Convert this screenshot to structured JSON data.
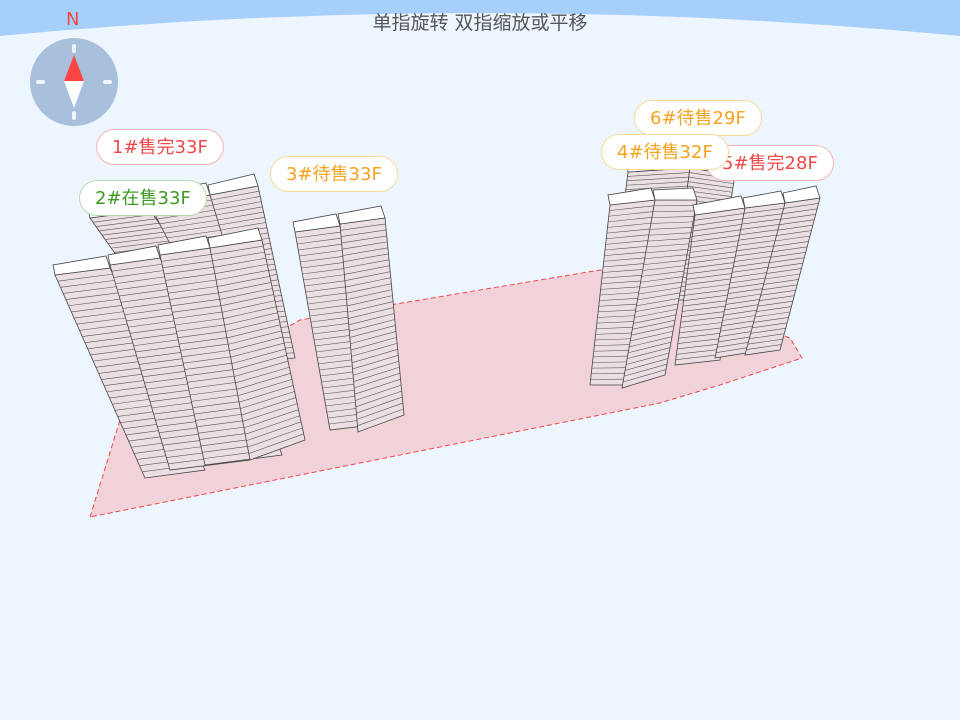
{
  "hint": "单指旋转 双指缩放或平移",
  "compass": {
    "north_label": "N",
    "icon": "compass-icon"
  },
  "colors": {
    "sold": "#f04848",
    "on_sale": "#3c9a24",
    "pending": "#f5a21e",
    "site": "#f0d2d8",
    "sky": "#a6d0fb",
    "background": "#edf5fe"
  },
  "buildings": [
    {
      "id": "1",
      "label": "1#售完33F",
      "status": "sold",
      "floors": 33
    },
    {
      "id": "2",
      "label": "2#在售33F",
      "status": "on_sale",
      "floors": 33
    },
    {
      "id": "3",
      "label": "3#待售33F",
      "status": "pending",
      "floors": 33
    },
    {
      "id": "4",
      "label": "4#待售32F",
      "status": "pending",
      "floors": 32
    },
    {
      "id": "5",
      "label": "5#售完28F",
      "status": "sold",
      "floors": 28
    },
    {
      "id": "6",
      "label": "6#待售29F",
      "status": "pending",
      "floors": 29
    }
  ]
}
